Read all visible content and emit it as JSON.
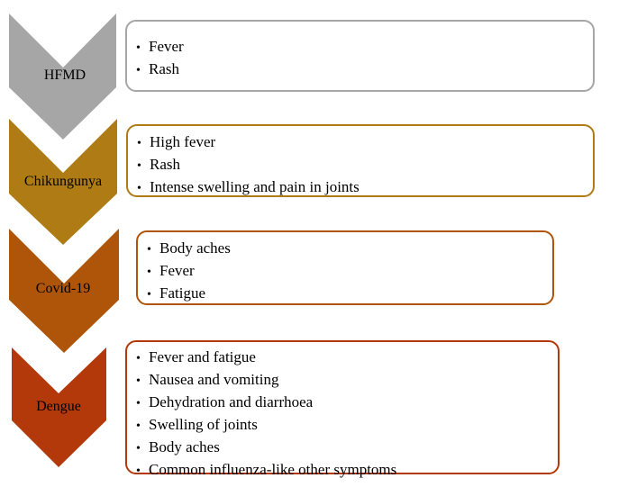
{
  "diseases": [
    {
      "name": "HFMD",
      "color": "#a6a6a6",
      "border": "#a6a6a6",
      "symptoms": [
        "Fever",
        "Rash"
      ]
    },
    {
      "name": "Chikungunya",
      "color": "#ae7b14",
      "border": "#ae7b14",
      "symptoms": [
        "High  fever",
        "Rash",
        "Intense swelling  and pain in joints"
      ]
    },
    {
      "name": "Covid-19",
      "color": "#af5509",
      "border": "#af5509",
      "symptoms": [
        "Body aches",
        "Fever",
        "Fatigue"
      ]
    },
    {
      "name": "Dengue",
      "color": "#b3380a",
      "border": "#b3380a",
      "symptoms": [
        "Fever and fatigue",
        "Nausea and vomiting",
        "Dehydration  and diarrhoea",
        "Swelling  of joints",
        "Body aches",
        "Common influenza-like  other symptoms"
      ]
    }
  ]
}
